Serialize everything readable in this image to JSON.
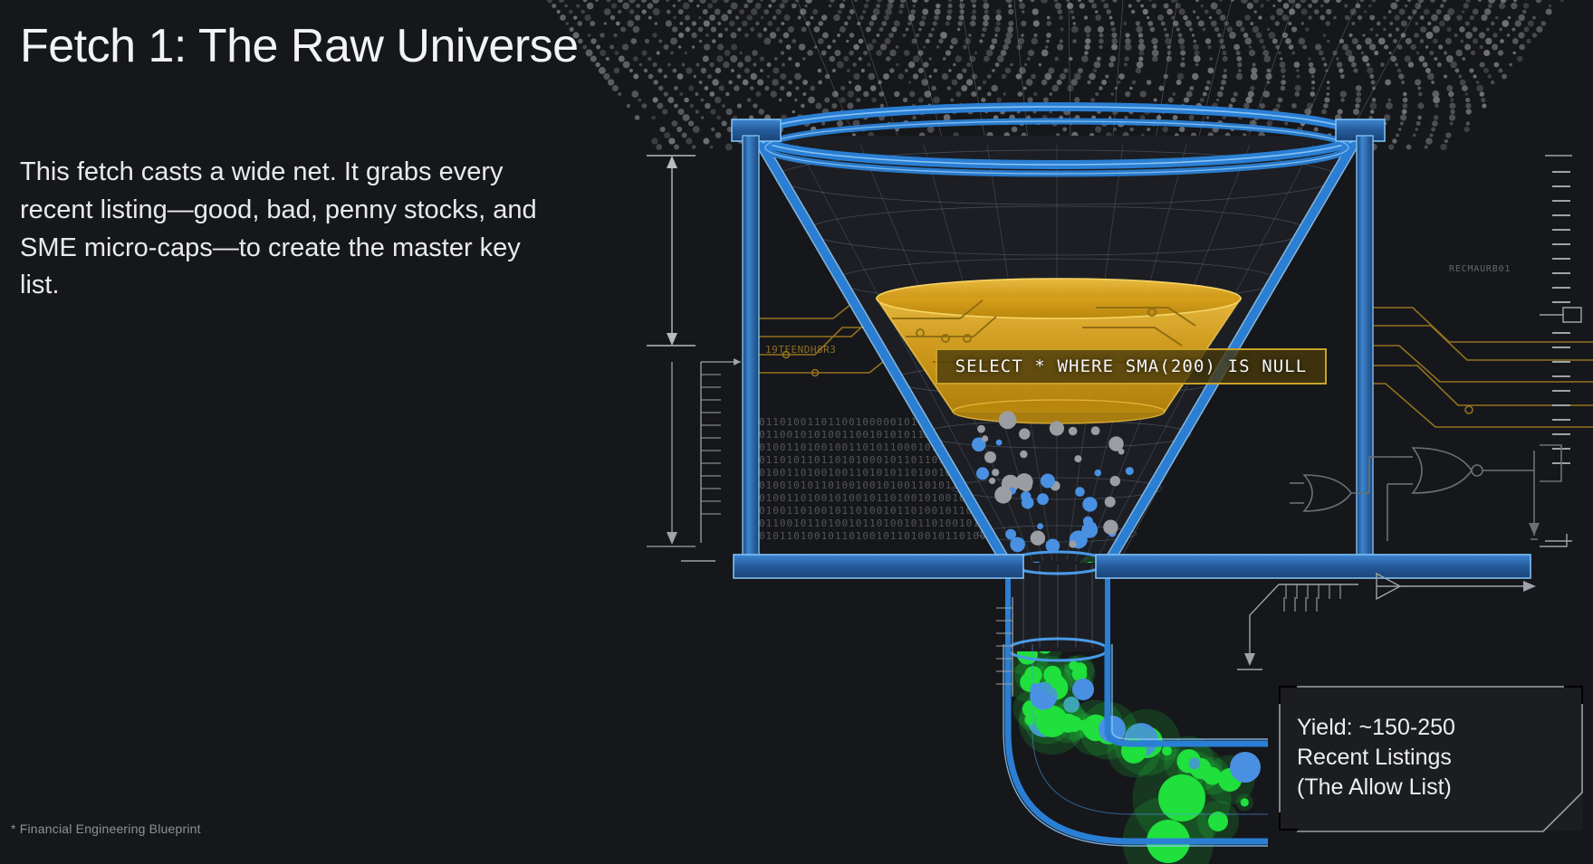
{
  "slide": {
    "title": "Fetch 1: The Raw Universe",
    "body": "This fetch casts a wide net. It grabs every recent listing—good, bad, penny stocks, and SME micro-caps—to create the master key list.",
    "footnote": "* Financial Engineering Blueprint",
    "background_color": "#16171b"
  },
  "diagram": {
    "name": "data-funnel-schematic",
    "sql_banner": {
      "query": "SELECT * WHERE SMA(200) IS NULL",
      "frame_color": "#caa22a",
      "fill_color": "#48390c"
    },
    "filter_band": {
      "label": "gold-circuit-filter-band",
      "color": "#e0a81c",
      "trace_color": "#c79b2a"
    },
    "funnel": {
      "color": "#2a7fd4",
      "edge_highlight": "#7fc0f5",
      "fill": "#1d1f24"
    },
    "particles": {
      "raw_color": "#9a9da2",
      "blue_color": "#4a90e2",
      "green_color": "#1fe03c",
      "teal_color": "#3aa6a0"
    },
    "annotations": {
      "dimension_line": "vertical-dimension-arrow",
      "scale_ruler": "tick-scale-ruler",
      "logic_gates": "or-nor-gate-schematic",
      "binary_stream": "binary-data-backdrop"
    }
  },
  "yield_callout": {
    "text": "Yield: ~150-250\nRecent Listings\n(The Allow List)",
    "frame_color": "#9aa0a6",
    "background": "#1b1d21"
  }
}
